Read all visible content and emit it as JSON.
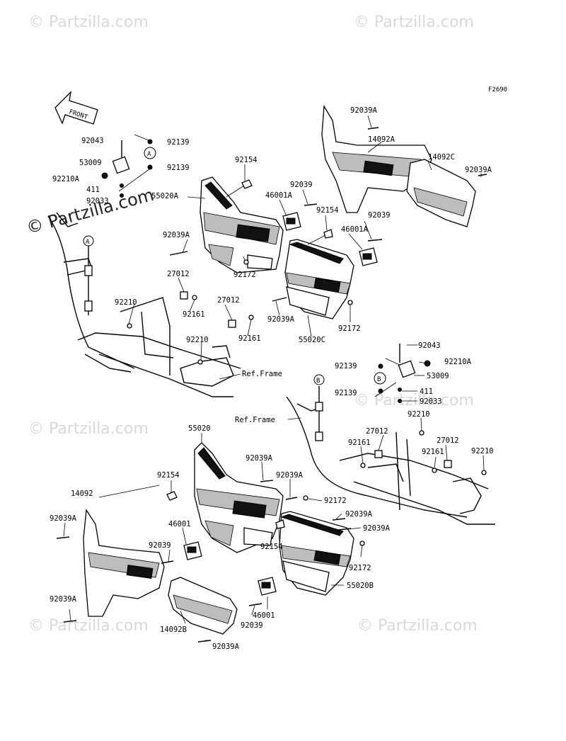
{
  "diagram_code": "F2690",
  "front_label": "FRONT",
  "copyright": "© Partzilla.com",
  "watermark": "© Partzilla.com",
  "ref_frame": "Ref.Frame",
  "markers": {
    "a": "A",
    "b": "B"
  },
  "labels": {
    "p92039A_top": "92039A",
    "p14092A": "14092A",
    "p14092C": "14092C",
    "p92039A_right_top": "92039A",
    "p92043_a": "92043",
    "p92139_a1": "92139",
    "p53009_a": "53009",
    "p92139_a2": "92139",
    "p92210A_a": "92210A",
    "p411_a": "411",
    "p92033_a": "92033",
    "p92154_a": "92154",
    "p55020A": "55020A",
    "p46001A_a": "46001A",
    "p92039_a": "92039",
    "p92154_b": "92154",
    "p92039_b": "92039",
    "p46001A_b": "46001A",
    "p92039A_a": "92039A",
    "p27012_a": "27012",
    "p92210_a": "92210",
    "p92161_a": "92161",
    "p92172_a": "92172",
    "p27012_b": "27012",
    "p92039A_b": "92039A",
    "p92161_b": "92161",
    "p92210_b": "92210",
    "p55020C": "55020C",
    "p92172_b": "92172",
    "p92043_b": "92043",
    "p92139_b1": "92139",
    "p92210A_b": "92210A",
    "p53009_b": "53009",
    "p92139_b2": "92139",
    "p411_b": "411",
    "p92033_b": "92033",
    "p92210_c": "92210",
    "p27012_c": "27012",
    "p27012_d": "27012",
    "p92161_c": "92161",
    "p92161_d": "92161",
    "p92210_d": "92210",
    "p55020": "55020",
    "p92039A_c": "92039A",
    "p92154_c": "92154",
    "p92039A_d": "92039A",
    "p14092": "14092",
    "p92172_c": "92172",
    "p92039A_e": "92039A",
    "p92039A_f": "92039A",
    "p92039A_g": "92039A",
    "p46001_a": "46001",
    "p92039_c": "92039",
    "p92154_d": "92154",
    "p92172_d": "92172",
    "p55020B": "55020B",
    "p46001_b": "46001",
    "p92039A_h": "92039A",
    "p92039_d": "92039",
    "p14092B": "14092B",
    "p92039A_i": "92039A"
  }
}
